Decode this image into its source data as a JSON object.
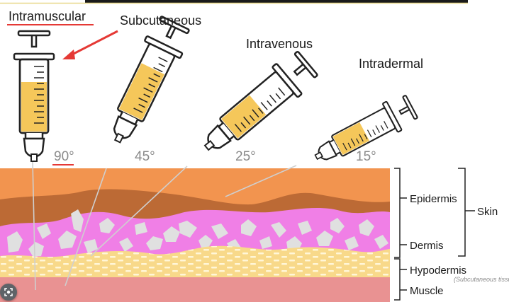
{
  "labels": {
    "intramuscular": "Intramuscular",
    "subcutaneous": "Subcutaneous",
    "intravenous": "Intravenous",
    "intradermal": "Intradermal"
  },
  "angles": {
    "intramuscular": "90°",
    "subcutaneous": "45°",
    "intravenous": "25°",
    "intradermal": "15°"
  },
  "layers": {
    "epidermis": "Epidermis",
    "dermis": "Dermis",
    "skin": "Skin",
    "hypodermis": "Hypodermis",
    "hypodermis_note": "(Subcutaneous tissu",
    "muscle": "Muscle"
  },
  "colors": {
    "epidermis": "#f2944f",
    "dermis_band": "#bc6a35",
    "dermis_pink": "#f07fe6",
    "cells": "#e0e0e0",
    "hypodermis": "#f8d98a",
    "muscle": "#e99292",
    "liquid": "#f5c75a",
    "arrow": "#e53935",
    "underline": "#e53935"
  },
  "icons": {
    "lens": "lens-icon"
  }
}
